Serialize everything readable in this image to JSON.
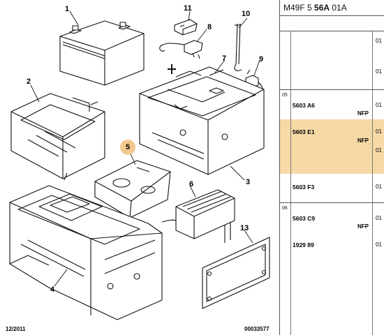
{
  "reference": {
    "prefix": "M49F 5 ",
    "bold": "56A",
    "suffix": " 01A"
  },
  "callouts": {
    "c1": "1",
    "c2": "2",
    "c3": "3",
    "c4": "4",
    "c5": "5",
    "c6": "6",
    "c7": "7",
    "c8": "8",
    "c9": "9",
    "c10": "10",
    "c11": "11",
    "c13": "13"
  },
  "footer": {
    "date": "12/2011",
    "drawing_number": "00033577"
  },
  "highlight_color": "#f6d9a6",
  "parts_panel": {
    "top_qty": [
      "01",
      "01"
    ],
    "groups": [
      {
        "label": "05",
        "rows": [
          {
            "code": "5603 A6",
            "nfp": "NFP",
            "qty": [
              "01"
            ]
          },
          {
            "code": "5603 E1",
            "nfp": "NFP",
            "qty": [
              "01",
              "01"
            ],
            "highlighted": true
          },
          {
            "code": "5603 F3",
            "nfp": "",
            "qty": [
              "01"
            ]
          }
        ]
      },
      {
        "label": "06",
        "rows": [
          {
            "code": "5603 C9",
            "nfp": "NFP",
            "qty": [
              "01"
            ]
          },
          {
            "code": "1929 89",
            "nfp": "",
            "qty": [
              "01"
            ]
          }
        ]
      }
    ]
  }
}
